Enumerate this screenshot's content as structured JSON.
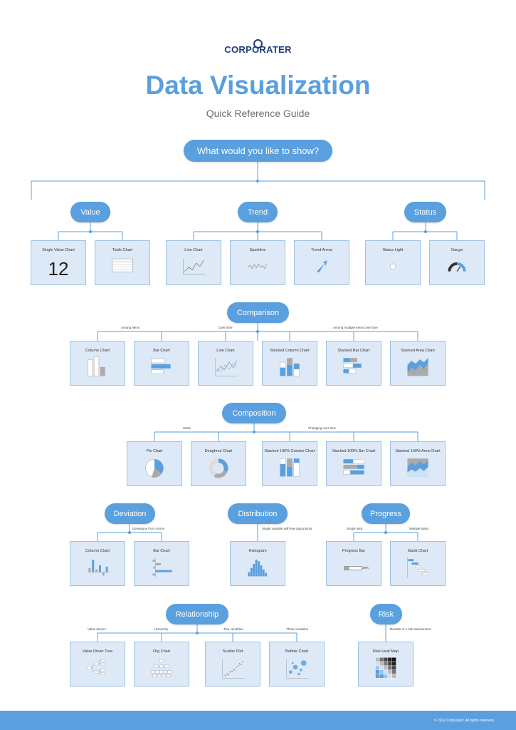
{
  "brand": {
    "logo_text": "CORPORATER"
  },
  "header": {
    "title": "Data Visualization",
    "subtitle": "Quick Reference Guide"
  },
  "root_question": "What would you like to show?",
  "colors": {
    "accent": "#5a9fde",
    "card_fill": "#dde9f7",
    "card_border": "#9fc3e6",
    "connector": "#5a9fde"
  },
  "sections": {
    "value": {
      "label": "Value"
    },
    "trend": {
      "label": "Trend"
    },
    "status": {
      "label": "Status"
    },
    "comparison": {
      "label": "Comparison",
      "notes": [
        "Among items",
        "Over time",
        "Among multiple items over time"
      ]
    },
    "composition": {
      "label": "Composition",
      "notes": [
        "Static",
        "Changing over time"
      ]
    },
    "deviation": {
      "label": "Deviation",
      "notes": [
        "Deviations from norms"
      ]
    },
    "distribution": {
      "label": "Distribution",
      "notes": [
        "Single variable with few data points"
      ]
    },
    "progress": {
      "label": "Progress",
      "notes": [
        "Single task",
        "Multiple tasks"
      ]
    },
    "relationship": {
      "label": "Relationship",
      "notes": [
        "Value drivers",
        "Hierarchy",
        "Two variables",
        "Three variables"
      ]
    },
    "risk": {
      "label": "Risk",
      "notes": [
        "Results of a risk assessment"
      ]
    }
  },
  "cards": {
    "single_value": {
      "label": "Single Value Chart",
      "value": "12",
      "icon": "single-value-icon"
    },
    "table": {
      "label": "Table Chart",
      "icon": "table-icon"
    },
    "line": {
      "label": "Line Chart",
      "icon": "line-chart-icon"
    },
    "sparkline": {
      "label": "Sparkline",
      "icon": "sparkline-icon"
    },
    "trend_arrow": {
      "label": "Trend Arrow",
      "icon": "trend-arrow-icon"
    },
    "status_light": {
      "label": "Status Light",
      "icon": "status-light-icon"
    },
    "gauge": {
      "label": "Gauge",
      "icon": "gauge-icon"
    },
    "comp_column": {
      "label": "Column Chart",
      "icon": "column-chart-icon"
    },
    "comp_bar": {
      "label": "Bar Chart",
      "icon": "bar-chart-icon"
    },
    "comp_line": {
      "label": "Line Chart",
      "icon": "line-chart-icon"
    },
    "comp_stacked_column": {
      "label": "Stacked Column Chart",
      "icon": "stacked-column-icon"
    },
    "comp_stacked_bar": {
      "label": "Stacked Bar Chart",
      "icon": "stacked-bar-icon"
    },
    "comp_stacked_area": {
      "label": "Stacked Area Chart",
      "icon": "stacked-area-icon"
    },
    "pie": {
      "label": "Pie Chart",
      "icon": "pie-chart-icon"
    },
    "doughnut": {
      "label": "Doughnut Chart",
      "icon": "doughnut-chart-icon"
    },
    "stacked100_column": {
      "label": "Stacked 100% Column Chart",
      "icon": "stacked-100-column-icon"
    },
    "stacked100_bar": {
      "label": "Stacked 100% Bar Chart",
      "icon": "stacked-100-bar-icon"
    },
    "stacked100_area": {
      "label": "Stacked 100% Area Chart",
      "icon": "stacked-100-area-icon"
    },
    "dev_column": {
      "label": "Column Chart",
      "icon": "deviation-column-icon"
    },
    "dev_bar": {
      "label": "Bar Chart",
      "icon": "deviation-bar-icon"
    },
    "histogram": {
      "label": "Histogram",
      "icon": "histogram-icon"
    },
    "progress_bar": {
      "label": "Progress Bar",
      "value": "29%",
      "icon": "progress-bar-icon"
    },
    "gantt": {
      "label": "Gantt Chart",
      "icon": "gantt-chart-icon"
    },
    "value_driver_tree": {
      "label": "Value Driver Tree",
      "icon": "value-driver-tree-icon"
    },
    "org_chart": {
      "label": "Org Chart",
      "icon": "org-chart-icon"
    },
    "scatter": {
      "label": "Scatter Plot",
      "icon": "scatter-plot-icon"
    },
    "bubble": {
      "label": "Bubble Chart",
      "icon": "bubble-chart-icon"
    },
    "risk_heat_map": {
      "label": "Risk Heat Map",
      "icon": "risk-heat-map-icon"
    }
  },
  "footer": {
    "copyright": "© 2022 Corporater. All rights reserved."
  }
}
